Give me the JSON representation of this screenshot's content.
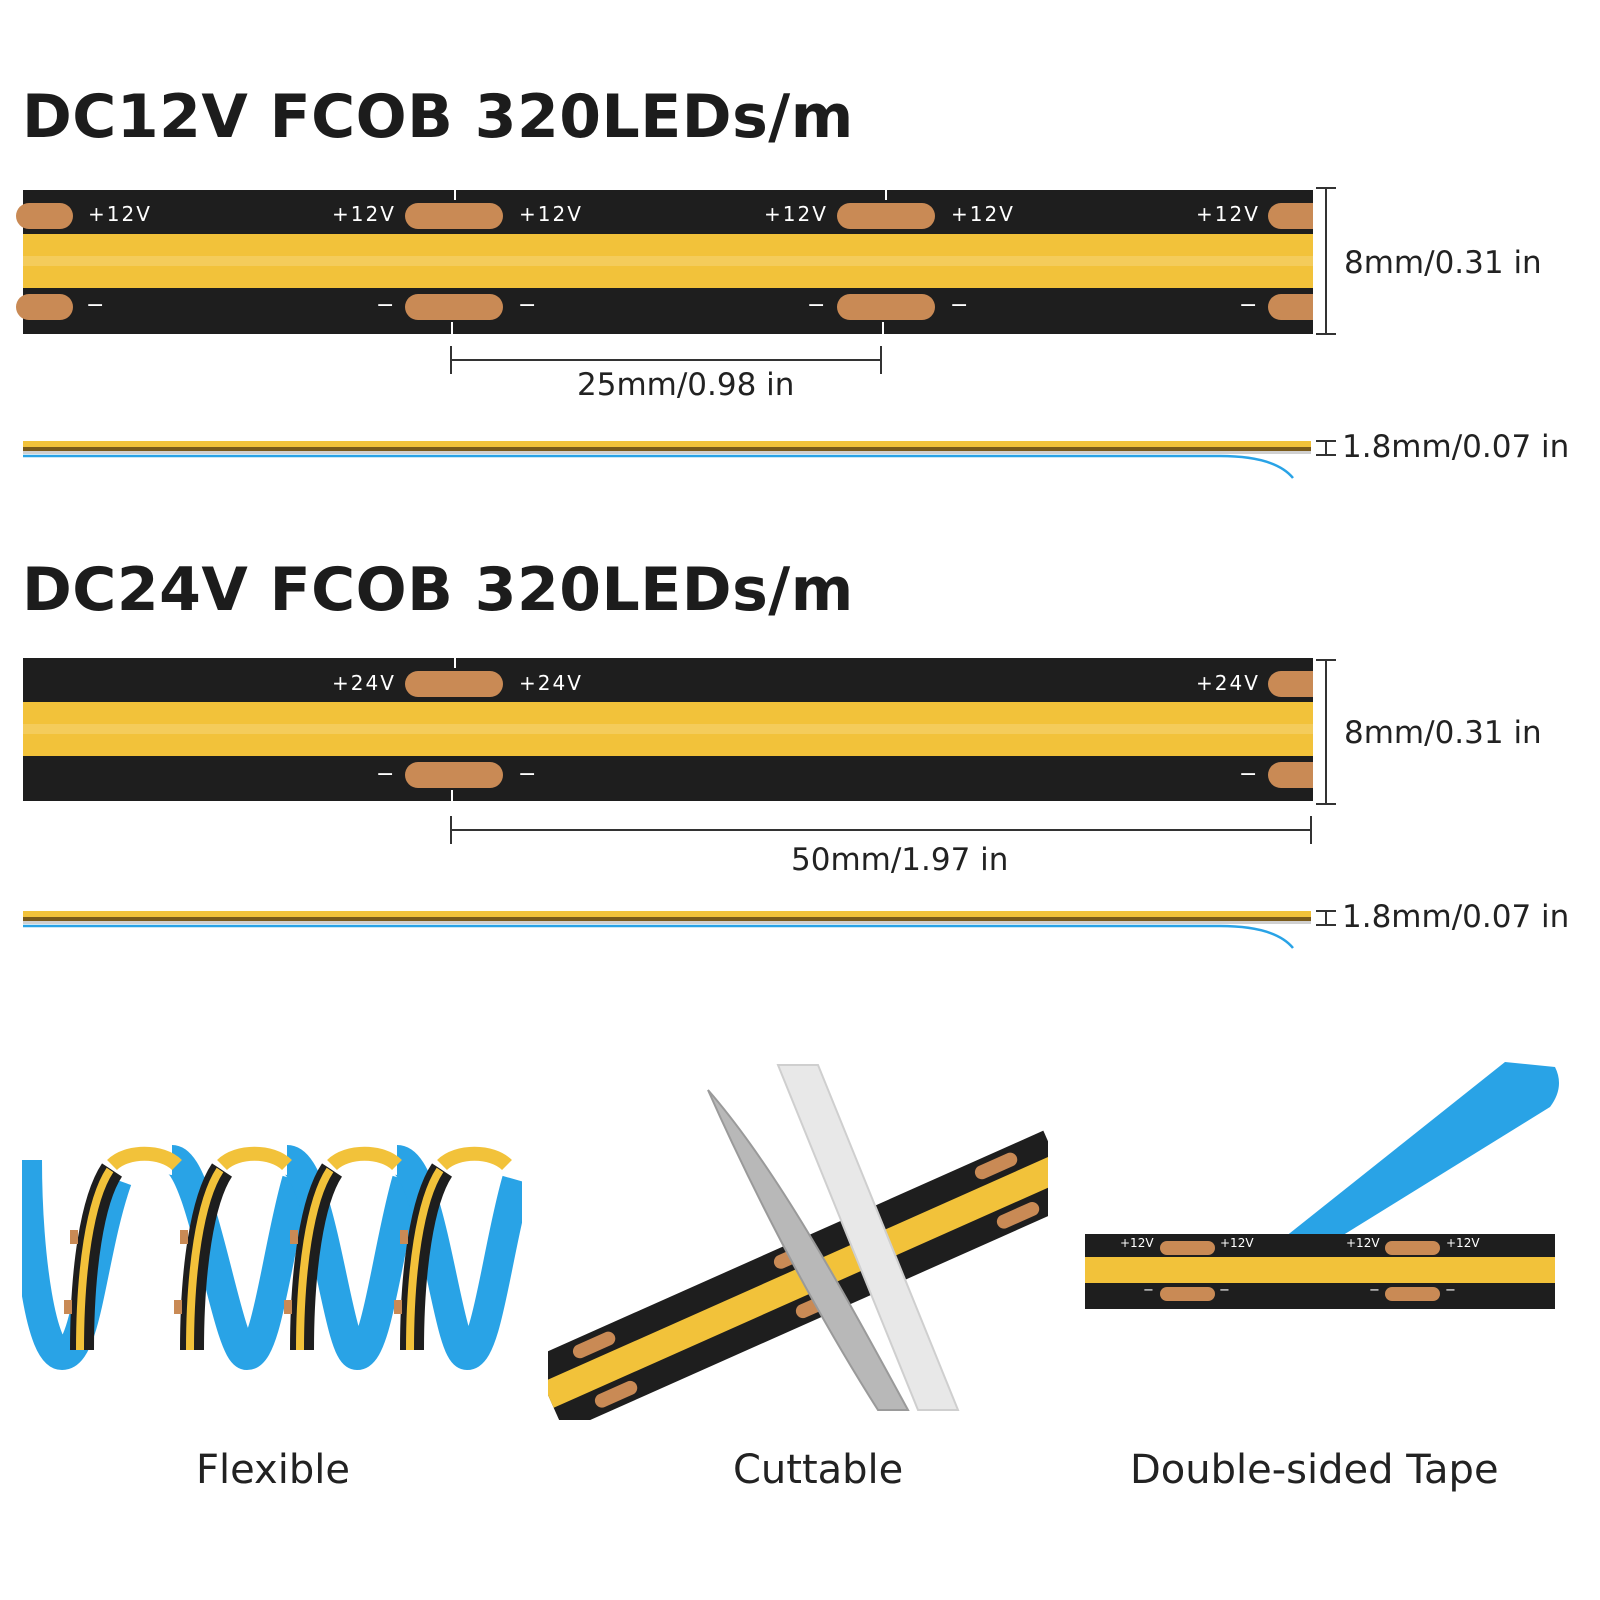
{
  "sections": [
    {
      "title": "DC12V FCOB 320LEDs/m",
      "voltage_label": "+12V",
      "minus_label": "−",
      "width_label": "8mm/0.31 in",
      "cut_label": "25mm/0.98 in",
      "thickness_label": "1.8mm/0.07 in"
    },
    {
      "title": "DC24V FCOB 320LEDs/m",
      "voltage_label": "+24V",
      "minus_label": "−",
      "width_label": "8mm/0.31 in",
      "cut_label": "50mm/1.97 in",
      "thickness_label": "1.8mm/0.07 in"
    }
  ],
  "features": [
    {
      "label": "Flexible",
      "icon": "coiled-strip-icon"
    },
    {
      "label": "Cuttable",
      "icon": "scissors-cutting-strip-icon"
    },
    {
      "label": "Double-sided Tape",
      "icon": "adhesive-backing-icon"
    }
  ],
  "colors": {
    "pcb": "#1e1e1e",
    "phosphor": "#f2c23a",
    "pad": "#c98a55",
    "tape": "#29a3e6"
  },
  "mini_strip": {
    "voltage_label": "+12V",
    "minus_label": "−"
  }
}
